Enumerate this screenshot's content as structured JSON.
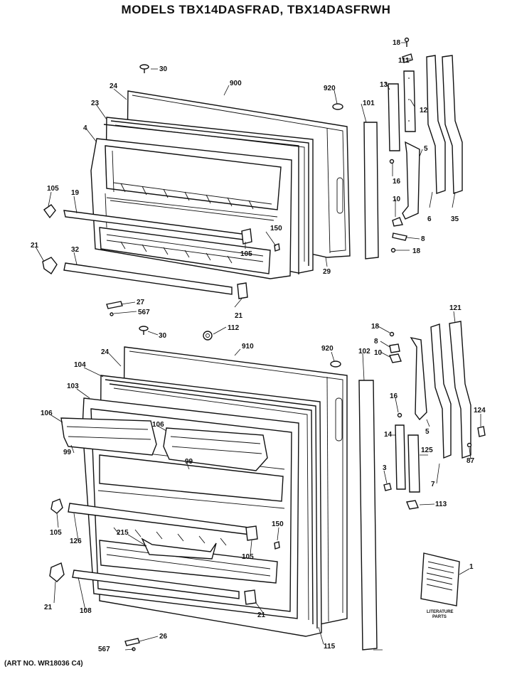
{
  "title": "MODELS TBX14DASFRAD, TBX14DASFRWH",
  "art_number": "(ART NO. WR18036 C4)",
  "literature_caption": [
    "LITERATURE",
    "PARTS"
  ],
  "labels": {
    "l18a": "18",
    "l111": "111",
    "l13": "13",
    "l12": "12",
    "l101": "101",
    "l920a": "920",
    "l900": "900",
    "l30a": "30",
    "l24a": "24",
    "l23": "23",
    "l4": "4",
    "l105a": "105",
    "l19": "19",
    "l21a": "21",
    "l32": "32",
    "l150a": "150",
    "l105b": "105",
    "l29": "29",
    "l16a": "16",
    "l5a": "5",
    "l10a": "10",
    "l8a": "8",
    "l18b": "18",
    "l6": "6",
    "l35": "35",
    "l27": "27",
    "l567a": "567",
    "l21b": "21",
    "l30b": "30",
    "l112": "112",
    "l18c": "18",
    "l8b": "8",
    "l10b": "10",
    "l121": "121",
    "l920b": "920",
    "l910": "910",
    "l24b": "24",
    "l104": "104",
    "l103": "103",
    "l106a": "106",
    "l106b": "106",
    "l99a": "99",
    "l99b": "99",
    "l102": "102",
    "l16b": "16",
    "l5b": "5",
    "l14": "14",
    "l3": "3",
    "l125": "125",
    "l7": "7",
    "l124": "124",
    "l87": "87",
    "l113": "113",
    "l105c": "105",
    "l126": "126",
    "l215": "215",
    "l150b": "150",
    "l105d": "105",
    "l21c": "21",
    "l108": "108",
    "l21d": "21",
    "l1": "1",
    "l115": "115",
    "l567b": "567",
    "l26": "26"
  }
}
